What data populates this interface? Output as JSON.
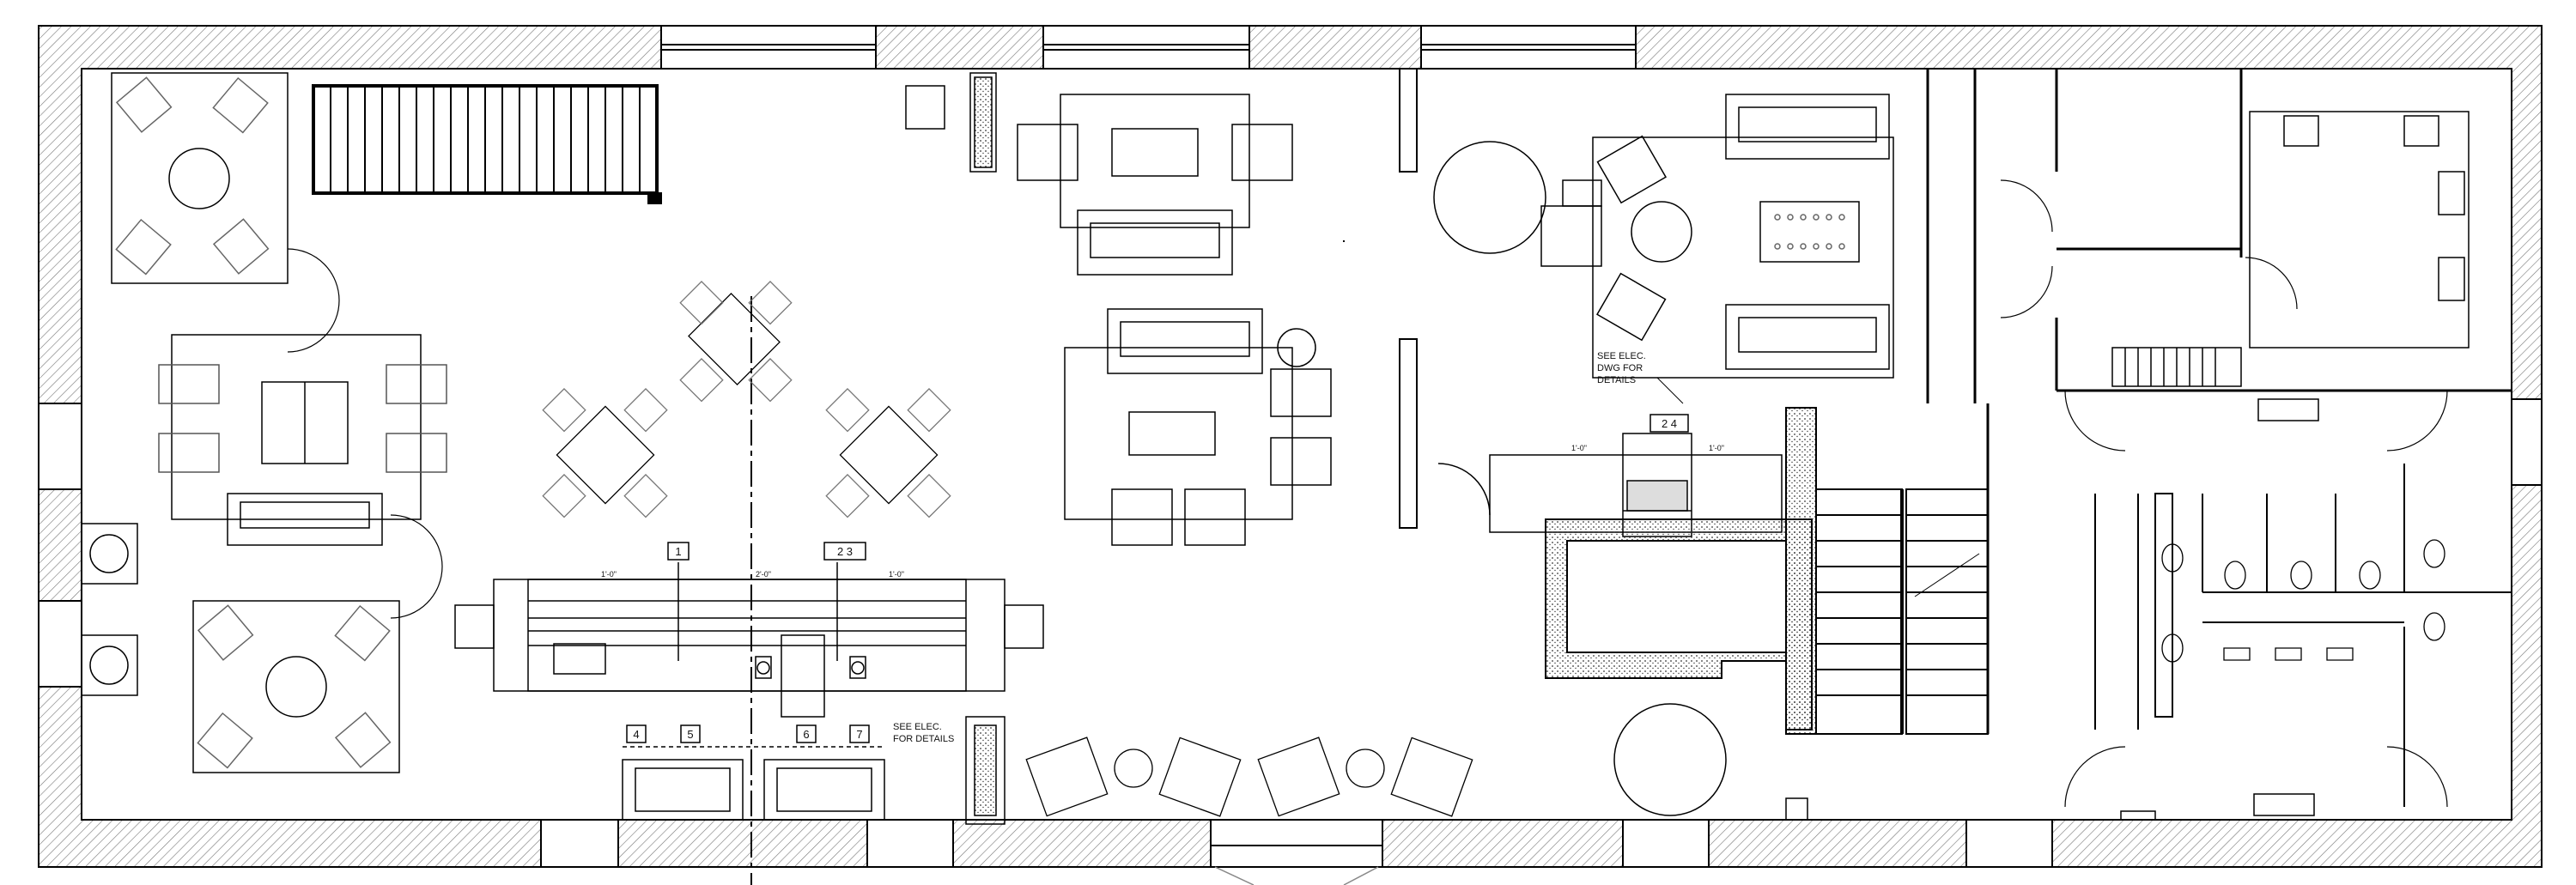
{
  "drawing": {
    "type": "architectural floor plan",
    "colors": {
      "line": "#000000",
      "background": "#ffffff",
      "hatch": "#666666"
    }
  },
  "tags": {
    "counter_left": "1",
    "counter_right": "2 3",
    "base_1": "4",
    "base_2": "5",
    "base_3": "6",
    "base_4": "7",
    "center_bar": "2 4"
  },
  "notes": {
    "note_left_top": "SEE ELEC.",
    "note_left_bottom": "FOR DETAILS",
    "note_center_top": "SEE ELEC.",
    "note_center_mid": "DWG FOR",
    "note_center_bottom": "DETAILS"
  },
  "dimensions": {
    "d1": "1'-0\"",
    "d2": "2'-0\"",
    "d3": "1'-0\"",
    "d4": "1'-0\"",
    "d5": "1'-0\""
  }
}
